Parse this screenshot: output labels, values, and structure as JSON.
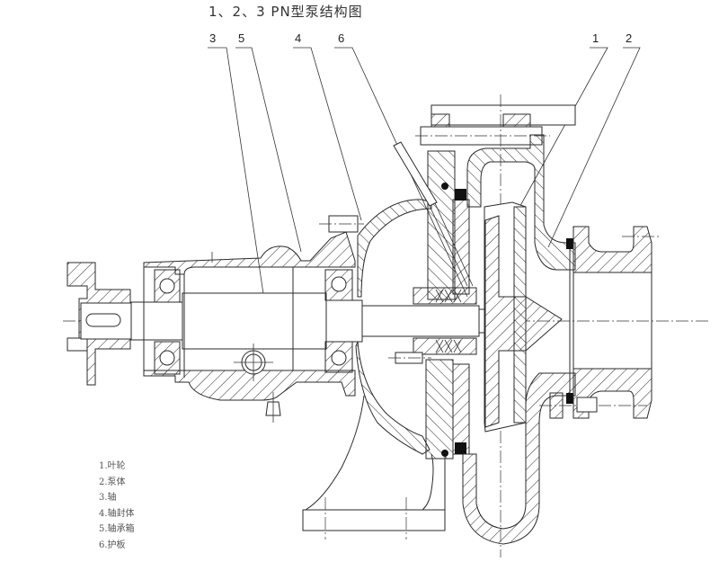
{
  "title": "1、2、3 PN型泵结构图",
  "callouts": [
    {
      "number": "3",
      "part": "轴"
    },
    {
      "number": "5",
      "part": "轴承箱"
    },
    {
      "number": "4",
      "part": "轴封体"
    },
    {
      "number": "6",
      "part": "护板"
    },
    {
      "number": "1",
      "part": "叶轮"
    },
    {
      "number": "2",
      "part": "泵体"
    }
  ],
  "legend": [
    "1.叶轮",
    "2.泵体",
    "3.轴",
    "4.轴封体",
    "5.轴承箱",
    "6.护板"
  ]
}
